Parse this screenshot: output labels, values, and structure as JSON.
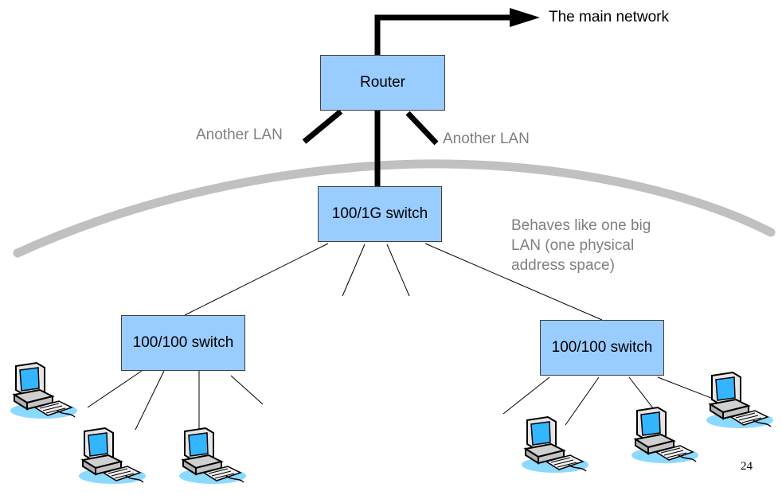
{
  "nodes": {
    "router": "Router",
    "core_switch": "100/1G switch",
    "left_switch": "100/100 switch",
    "right_switch": "100/100 switch"
  },
  "labels": {
    "main_network": "The main network",
    "another_lan_left": "Another LAN",
    "another_lan_right": "Another LAN",
    "lan_note_line1": "Behaves like one big",
    "lan_note_line2": "LAN (one physical",
    "lan_note_line3": "address space)"
  },
  "page_number": "24",
  "colors": {
    "box_fill": "#99ccff",
    "arc": "#c0c0c0",
    "note_text": "#7f7f7f",
    "computer_screen": "#33b5ff",
    "computer_shadow": "#66ccff"
  },
  "icons": [
    "computer-icon",
    "arrow-right-icon"
  ]
}
